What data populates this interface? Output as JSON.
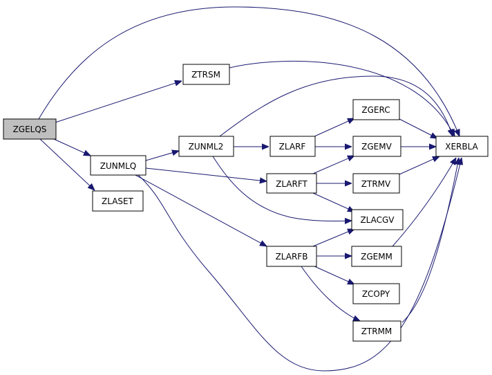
{
  "colors": {
    "edge": "#191970",
    "root_fill": "#bfbfbf",
    "node_fill": "#ffffff",
    "node_border": "#000000"
  },
  "nodes": {
    "zgelqs": "ZGELQS",
    "ztrsm": "ZTRSM",
    "zunmlq": "ZUNMLQ",
    "zlaset": "ZLASET",
    "zunml2": "ZUNML2",
    "zlarf": "ZLARF",
    "zlarft": "ZLARFT",
    "zlarfb": "ZLARFB",
    "zgerc": "ZGERC",
    "zgemv": "ZGEMV",
    "ztrmv": "ZTRMV",
    "zlacgv": "ZLACGV",
    "zgemm": "ZGEMM",
    "zcopy": "ZCOPY",
    "ztrmm": "ZTRMM",
    "xerbla": "XERBLA"
  },
  "edges": [
    {
      "from": "zgelqs",
      "to": "xerbla"
    },
    {
      "from": "zgelqs",
      "to": "ztrsm"
    },
    {
      "from": "zgelqs",
      "to": "zunmlq"
    },
    {
      "from": "zgelqs",
      "to": "zlaset"
    },
    {
      "from": "ztrsm",
      "to": "xerbla"
    },
    {
      "from": "zunmlq",
      "to": "zunml2"
    },
    {
      "from": "zunmlq",
      "to": "zlarft"
    },
    {
      "from": "zunmlq",
      "to": "zlarfb"
    },
    {
      "from": "zunmlq",
      "to": "xerbla"
    },
    {
      "from": "zunml2",
      "to": "xerbla"
    },
    {
      "from": "zunml2",
      "to": "zlarf"
    },
    {
      "from": "zunml2",
      "to": "zlacgv"
    },
    {
      "from": "zlarf",
      "to": "zgerc"
    },
    {
      "from": "zlarf",
      "to": "zgemv"
    },
    {
      "from": "zlarft",
      "to": "zgemv"
    },
    {
      "from": "zlarft",
      "to": "ztrmv"
    },
    {
      "from": "zlarft",
      "to": "zlacgv"
    },
    {
      "from": "zlarfb",
      "to": "zlacgv"
    },
    {
      "from": "zlarfb",
      "to": "zgemm"
    },
    {
      "from": "zlarfb",
      "to": "zcopy"
    },
    {
      "from": "zlarfb",
      "to": "ztrmm"
    },
    {
      "from": "zgerc",
      "to": "xerbla"
    },
    {
      "from": "zgemv",
      "to": "xerbla"
    },
    {
      "from": "ztrmv",
      "to": "xerbla"
    },
    {
      "from": "zgemm",
      "to": "xerbla"
    },
    {
      "from": "ztrmm",
      "to": "xerbla"
    }
  ]
}
